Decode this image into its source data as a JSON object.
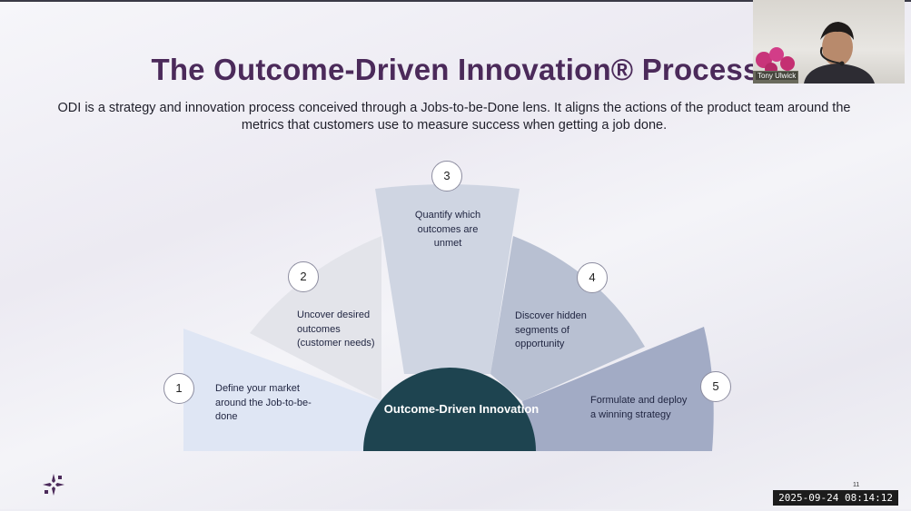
{
  "slide": {
    "title": "The Outcome-Driven Innovation® Process",
    "subtitle": "ODI is a strategy and innovation process conceived through a Jobs-to-be-Done lens. It aligns the actions of the product team around the metrics that customers use to measure success when getting a job done."
  },
  "diagram": {
    "center_label": "Outcome-Driven Innovation",
    "steps": [
      {
        "number": "1",
        "text": "Define your market around the Job-to-be-done"
      },
      {
        "number": "2",
        "text": "Uncover desired outcomes (customer needs)"
      },
      {
        "number": "3",
        "text": "Quantify which outcomes are unmet"
      },
      {
        "number": "4",
        "text": "Discover hidden segments of opportunity"
      },
      {
        "number": "5",
        "text": "Formulate and deploy a winning strategy"
      }
    ],
    "colors": {
      "step1": "#dfe6f4",
      "step2": "#e3e4ea",
      "step3": "#cfd5e2",
      "step4": "#b8c0d2",
      "step5": "#a2abc5",
      "center": "#1e4450",
      "title": "#4b2a5a"
    }
  },
  "video": {
    "participant_name": "Tony Ulwick"
  },
  "recording": {
    "timestamp": "2025-09-24 08:14:12",
    "page_marker": "11"
  },
  "icons": {
    "logo": "company-logo-icon"
  }
}
